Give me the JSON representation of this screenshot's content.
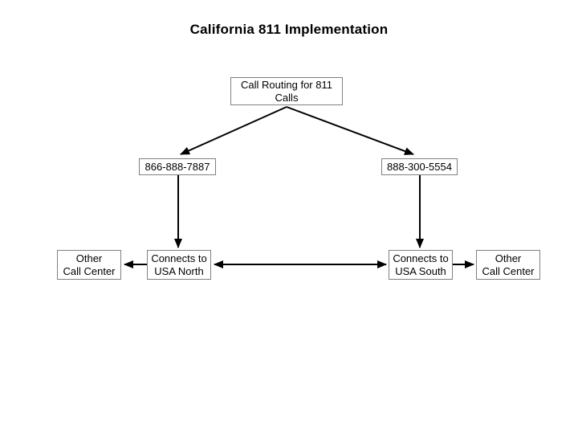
{
  "slide": {
    "title": "California 811 Implementation"
  },
  "colors": {
    "background": "#ffffff",
    "text": "#000000",
    "line": "#000000",
    "box_border": "#808080"
  },
  "diagram": {
    "nodes": {
      "call_routing": {
        "line1": "Call Routing for 811",
        "line2": "Calls"
      },
      "phone_north": {
        "label": "866-888-7887"
      },
      "phone_south": {
        "label": "888-300-5554"
      },
      "other_left": {
        "line1": "Other",
        "line2": "Call Center"
      },
      "connects_north": {
        "line1": "Connects to",
        "line2": "USA North"
      },
      "connects_south": {
        "line1": "Connects to",
        "line2": "USA South"
      },
      "other_right": {
        "line1": "Other",
        "line2": "Call Center"
      }
    },
    "edges": [
      {
        "from": "call_routing",
        "to": "phone_north",
        "bidirectional": false
      },
      {
        "from": "call_routing",
        "to": "phone_south",
        "bidirectional": false
      },
      {
        "from": "phone_north",
        "to": "connects_north",
        "bidirectional": false
      },
      {
        "from": "phone_south",
        "to": "connects_south",
        "bidirectional": false
      },
      {
        "from": "connects_north",
        "to": "other_left",
        "bidirectional": false
      },
      {
        "from": "connects_north",
        "to": "connects_south",
        "bidirectional": true
      },
      {
        "from": "connects_south",
        "to": "other_right",
        "bidirectional": false
      }
    ]
  }
}
